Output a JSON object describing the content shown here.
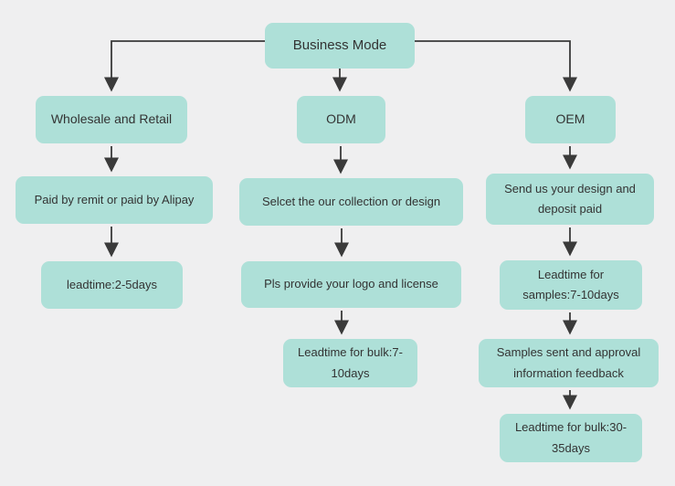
{
  "colors": {
    "background": "#efeff0",
    "box": "#aee0d8",
    "text": "#333333",
    "arrow": "#3a3a3a"
  },
  "root": {
    "label": "Business Mode"
  },
  "columns": [
    {
      "header": "Wholesale and Retail",
      "steps": [
        "Paid by remit or paid by Alipay",
        "leadtime:2-5days"
      ]
    },
    {
      "header": "ODM",
      "steps": [
        "Selcet the our collection or design",
        "Pls provide your logo and license",
        "Leadtime for bulk:7-10days"
      ]
    },
    {
      "header": "OEM",
      "steps": [
        "Send us your design and deposit paid",
        "Leadtime for samples:7-10days",
        "Samples sent and approval information feedback",
        "Leadtime for bulk:30-35days"
      ]
    }
  ]
}
